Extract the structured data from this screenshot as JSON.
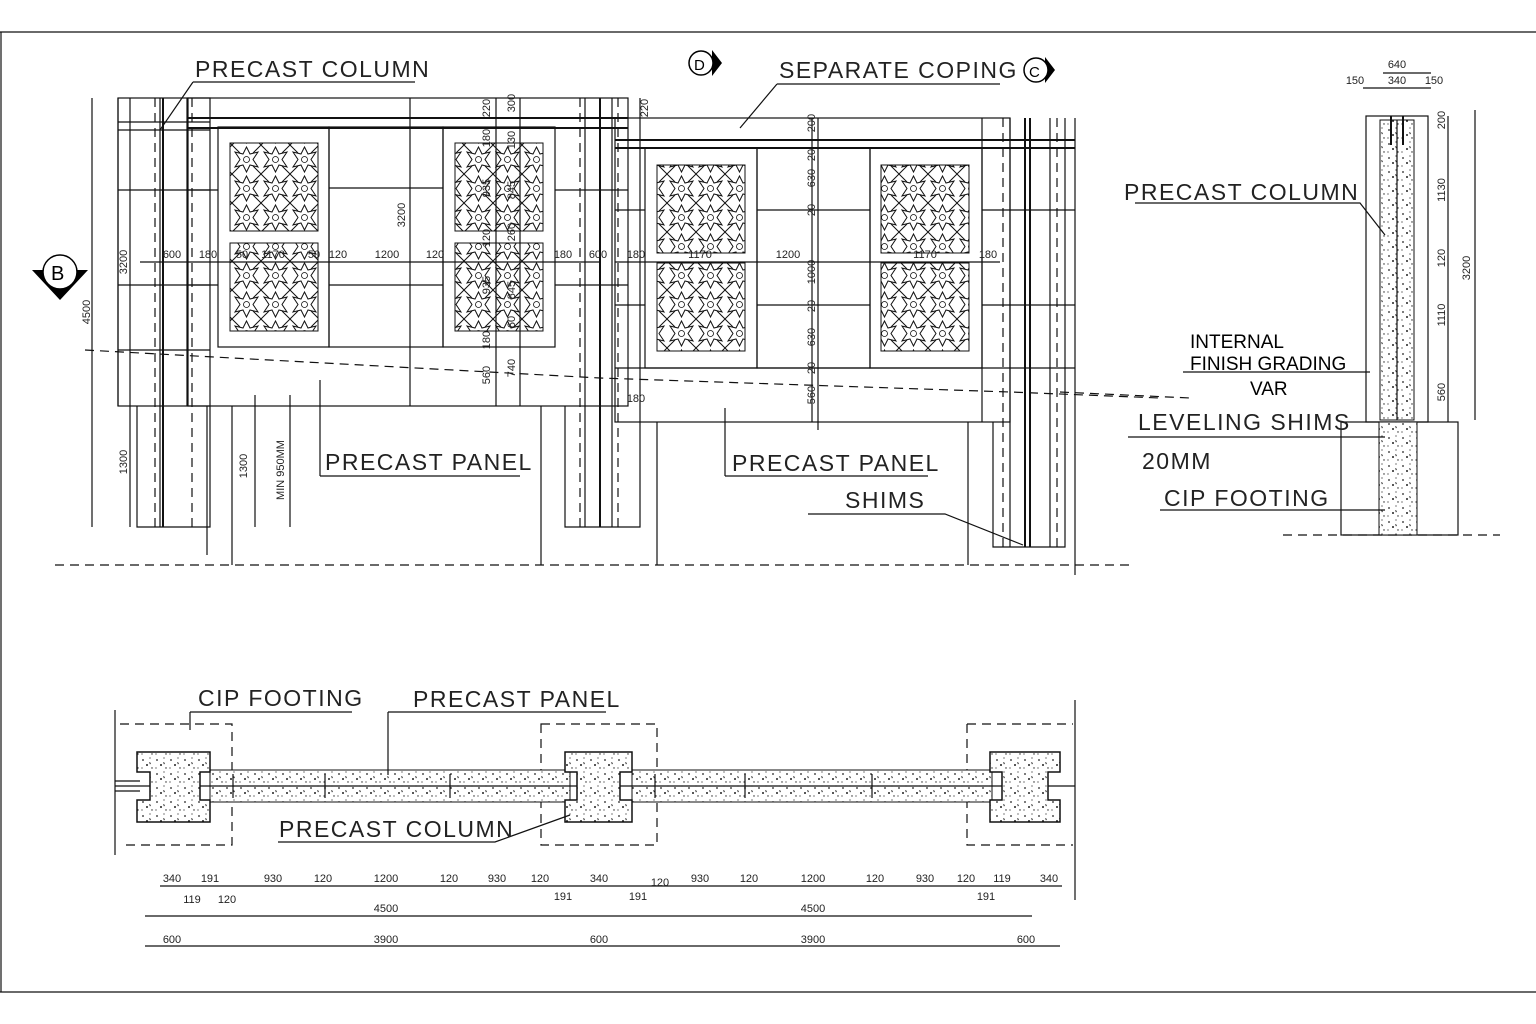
{
  "elevation": {
    "labels": {
      "precast_column": "PRECAST COLUMN",
      "separate_coping": "SEPARATE COPING",
      "precast_panel_left": "PRECAST PANEL",
      "precast_panel_right": "PRECAST PANEL",
      "shims": "SHIMS"
    },
    "markers": {
      "b": "B",
      "c": "C",
      "d": "D"
    },
    "dimensions": [
      "3200",
      "4500",
      "600",
      "180",
      "50",
      "1170",
      "50",
      "120",
      "1200",
      "120",
      "180",
      "600",
      "3200",
      "1300",
      "1300",
      "MIN 950MM",
      "220",
      "300",
      "180",
      "130",
      "935",
      "845",
      "120",
      "260",
      "935",
      "845",
      "180",
      "60",
      "560",
      "740",
      "220",
      "180",
      "1170",
      "1200",
      "1170",
      "180",
      "200",
      "20",
      "630",
      "20",
      "1000",
      "20",
      "630",
      "20",
      "560",
      "180"
    ]
  },
  "section": {
    "labels": {
      "precast_column": "PRECAST COLUMN",
      "internal": "INTERNAL",
      "finish_grading": "FINISH GRADING",
      "var": "VAR",
      "leveling_shims": "LEVELING SHIMS",
      "shim_thickness": "20MM",
      "cip_footing": "CIP FOOTING"
    },
    "dimensions": [
      "640",
      "150",
      "340",
      "150",
      "200",
      "1130",
      "120",
      "1110",
      "560",
      "3200"
    ]
  },
  "plan": {
    "labels": {
      "cip_footing": "CIP FOOTING",
      "precast_panel": "PRECAST PANEL",
      "precast_column": "PRECAST COLUMN"
    },
    "dimensions": [
      "340",
      "191",
      "930",
      "120",
      "1200",
      "120",
      "930",
      "120",
      "340",
      "120",
      "930",
      "120",
      "1200",
      "120",
      "930",
      "120",
      "119",
      "340",
      "119",
      "120",
      "191",
      "191",
      "191",
      "4500",
      "4500",
      "600",
      "3900",
      "600",
      "3900",
      "600"
    ]
  }
}
